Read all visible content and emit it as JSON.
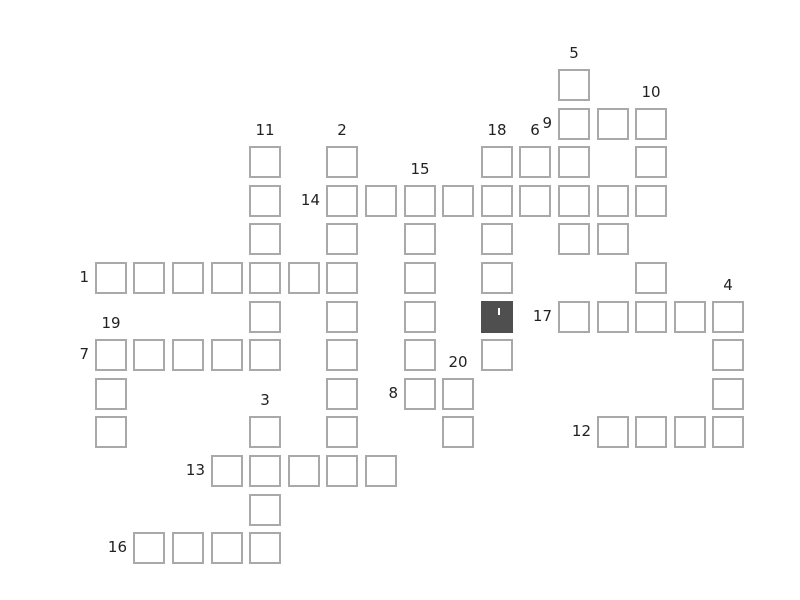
{
  "puzzle": {
    "cells": [
      {
        "r": 0,
        "c": 14
      },
      {
        "r": 1,
        "c": 14
      },
      {
        "r": 1,
        "c": 15
      },
      {
        "r": 1,
        "c": 16
      },
      {
        "r": 2,
        "c": 6
      },
      {
        "r": 2,
        "c": 8
      },
      {
        "r": 2,
        "c": 12
      },
      {
        "r": 2,
        "c": 13
      },
      {
        "r": 2,
        "c": 14
      },
      {
        "r": 2,
        "c": 16
      },
      {
        "r": 3,
        "c": 6
      },
      {
        "r": 3,
        "c": 8
      },
      {
        "r": 3,
        "c": 9
      },
      {
        "r": 3,
        "c": 10
      },
      {
        "r": 3,
        "c": 11
      },
      {
        "r": 3,
        "c": 12
      },
      {
        "r": 3,
        "c": 13
      },
      {
        "r": 3,
        "c": 14
      },
      {
        "r": 3,
        "c": 15
      },
      {
        "r": 3,
        "c": 16
      },
      {
        "r": 4,
        "c": 6
      },
      {
        "r": 4,
        "c": 8
      },
      {
        "r": 4,
        "c": 10
      },
      {
        "r": 4,
        "c": 12
      },
      {
        "r": 4,
        "c": 14
      },
      {
        "r": 4,
        "c": 15
      },
      {
        "r": 5,
        "c": 2
      },
      {
        "r": 5,
        "c": 3
      },
      {
        "r": 5,
        "c": 4
      },
      {
        "r": 5,
        "c": 5
      },
      {
        "r": 5,
        "c": 6
      },
      {
        "r": 5,
        "c": 7
      },
      {
        "r": 5,
        "c": 8
      },
      {
        "r": 5,
        "c": 10
      },
      {
        "r": 5,
        "c": 12
      },
      {
        "r": 5,
        "c": 16
      },
      {
        "r": 6,
        "c": 6
      },
      {
        "r": 6,
        "c": 8
      },
      {
        "r": 6,
        "c": 10
      },
      {
        "r": 6,
        "c": 12,
        "active": true
      },
      {
        "r": 6,
        "c": 14
      },
      {
        "r": 6,
        "c": 15
      },
      {
        "r": 6,
        "c": 16
      },
      {
        "r": 6,
        "c": 17
      },
      {
        "r": 6,
        "c": 18
      },
      {
        "r": 7,
        "c": 2
      },
      {
        "r": 7,
        "c": 3
      },
      {
        "r": 7,
        "c": 4
      },
      {
        "r": 7,
        "c": 5
      },
      {
        "r": 7,
        "c": 6
      },
      {
        "r": 7,
        "c": 8
      },
      {
        "r": 7,
        "c": 10
      },
      {
        "r": 7,
        "c": 12
      },
      {
        "r": 7,
        "c": 18
      },
      {
        "r": 8,
        "c": 2
      },
      {
        "r": 8,
        "c": 8
      },
      {
        "r": 8,
        "c": 10
      },
      {
        "r": 8,
        "c": 11
      },
      {
        "r": 8,
        "c": 18
      },
      {
        "r": 9,
        "c": 2
      },
      {
        "r": 9,
        "c": 6
      },
      {
        "r": 9,
        "c": 8
      },
      {
        "r": 9,
        "c": 11
      },
      {
        "r": 9,
        "c": 15
      },
      {
        "r": 9,
        "c": 16
      },
      {
        "r": 9,
        "c": 17
      },
      {
        "r": 9,
        "c": 18
      },
      {
        "r": 10,
        "c": 5
      },
      {
        "r": 10,
        "c": 6
      },
      {
        "r": 10,
        "c": 7
      },
      {
        "r": 10,
        "c": 8
      },
      {
        "r": 10,
        "c": 9
      },
      {
        "r": 11,
        "c": 6
      },
      {
        "r": 12,
        "c": 3
      },
      {
        "r": 12,
        "c": 4
      },
      {
        "r": 12,
        "c": 5
      },
      {
        "r": 12,
        "c": 6
      }
    ],
    "numbers": [
      {
        "n": "5",
        "r": 0,
        "c": 14,
        "pos": "above"
      },
      {
        "n": "9",
        "r": 1,
        "c": 14,
        "pos": "left"
      },
      {
        "n": "10",
        "r": 1,
        "c": 16,
        "pos": "above"
      },
      {
        "n": "11",
        "r": 2,
        "c": 6,
        "pos": "above"
      },
      {
        "n": "2",
        "r": 2,
        "c": 8,
        "pos": "above"
      },
      {
        "n": "18",
        "r": 2,
        "c": 12,
        "pos": "above"
      },
      {
        "n": "6",
        "r": 2,
        "c": 13,
        "pos": "above"
      },
      {
        "n": "15",
        "r": 3,
        "c": 10,
        "pos": "above"
      },
      {
        "n": "14",
        "r": 3,
        "c": 8,
        "pos": "left"
      },
      {
        "n": "1",
        "r": 5,
        "c": 2,
        "pos": "left"
      },
      {
        "n": "4",
        "r": 6,
        "c": 18,
        "pos": "above"
      },
      {
        "n": "17",
        "r": 6,
        "c": 14,
        "pos": "left"
      },
      {
        "n": "19",
        "r": 7,
        "c": 2,
        "pos": "above"
      },
      {
        "n": "7",
        "r": 7,
        "c": 2,
        "pos": "left"
      },
      {
        "n": "20",
        "r": 8,
        "c": 11,
        "pos": "above"
      },
      {
        "n": "8",
        "r": 8,
        "c": 10,
        "pos": "left"
      },
      {
        "n": "3",
        "r": 9,
        "c": 6,
        "pos": "above"
      },
      {
        "n": "12",
        "r": 9,
        "c": 15,
        "pos": "left"
      },
      {
        "n": "13",
        "r": 10,
        "c": 5,
        "pos": "left"
      },
      {
        "n": "16",
        "r": 12,
        "c": 3,
        "pos": "left"
      }
    ]
  }
}
